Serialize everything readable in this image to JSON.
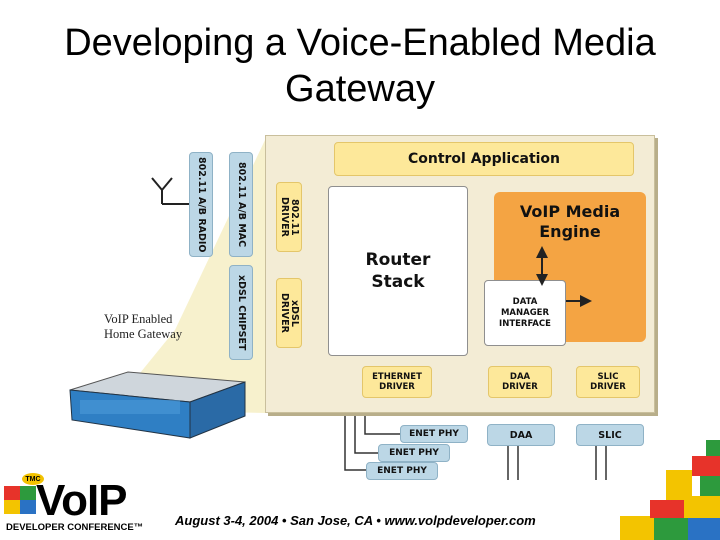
{
  "slide": {
    "title": "Developing a Voice-Enabled Media Gateway",
    "footer": "August 3-4, 2004 • San Jose, CA • www.volpdeveloper.com"
  },
  "diagram": {
    "control_application": "Control Application",
    "voip_engine": "VoIP Media Engine",
    "router_stack": "Router Stack",
    "data_manager": "DATA MANAGER INTERFACE",
    "radio": "802.11 A/B RADIO",
    "mac": "802.11 A/B MAC",
    "wifi_driver": "802.11 DRIVER",
    "xdsl_chipset": "xDSL CHIPSET",
    "xdsl_driver": "xDSL DRIVER",
    "ethernet_driver": "ETHERNET DRIVER",
    "daa_driver": "DAA DRIVER",
    "slic_driver": "SLIC DRIVER",
    "daa": "DAA",
    "slic": "SLIC",
    "enet_phy_1": "ENET PHY",
    "enet_phy_2": "ENET PHY",
    "enet_phy_3": "ENET PHY",
    "gateway_label": "VoIP Enabled Home Gateway"
  },
  "logo": {
    "badge": "TMC",
    "name": "VoIP",
    "subtitle": "DEVELOPER CONFERENCE™"
  },
  "colors": {
    "board": "#f3ecd5",
    "yellow": "#fde89a",
    "blue": "#bcd7e6",
    "orange": "#f4a443",
    "device": "#2f7fc4"
  }
}
